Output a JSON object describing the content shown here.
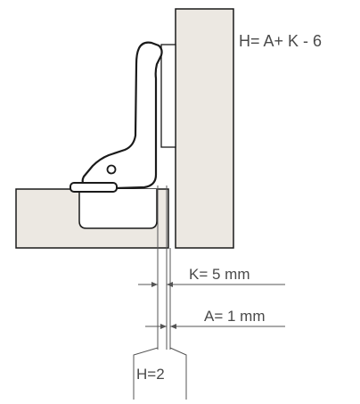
{
  "labels": {
    "formula": "H= A+ K - 6",
    "k_value": "K= 5 mm",
    "a_value": "A= 1 mm",
    "h_value": "H=2"
  },
  "colors": {
    "panel_fill": "#ece8e2",
    "outline": "#1a1a1a",
    "dim_line": "#555555",
    "text": "#4a4a4a"
  }
}
